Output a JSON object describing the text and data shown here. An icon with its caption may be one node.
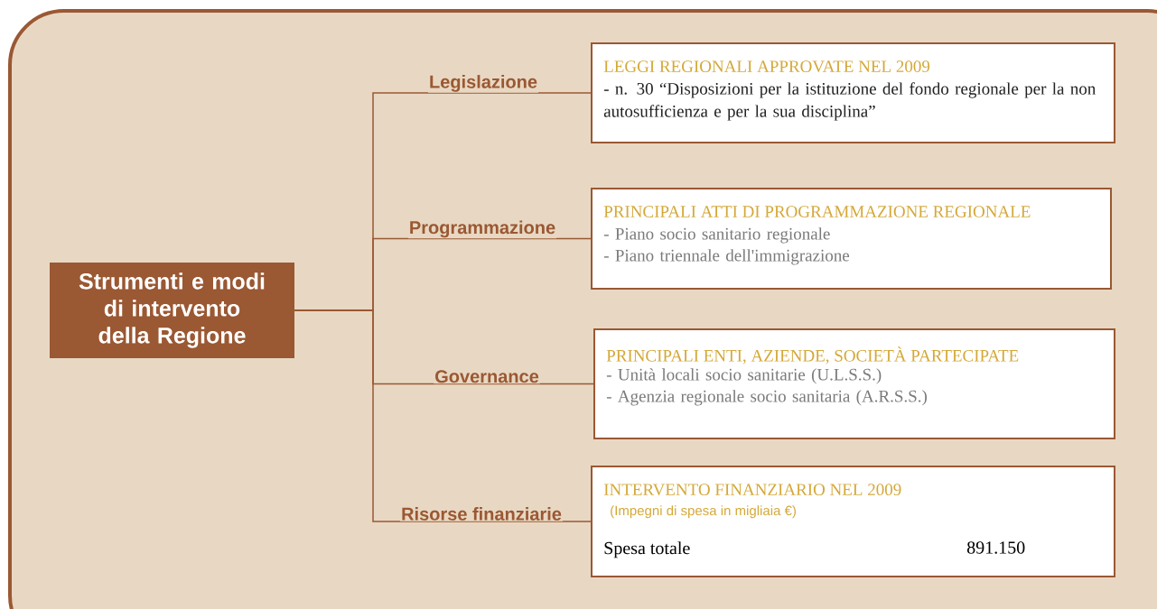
{
  "diagram": {
    "nodes": [
      {
        "text": [
          "Strumenti e modi di intervento della Regione"
        ]
      },
      {
        "text": [
          "LEGGI REGIONALI APPROVATE NEL 2009",
          "- n. 30 “Disposizioni per la istituzione del fondo regionale per la non autosufficienza e per la sua disciplina”"
        ]
      },
      {
        "text": [
          "PRINCIPALI ATTI DI PROGRAMMAZIONE REGIONALE",
          "- Piano socio sanitario regionale",
          "- Piano triennale dell'immigrazione"
        ]
      },
      {
        "text": [
          "PRINCIPALI ENTI, AZIENDE, SOCIETÀ PARTECIPATE",
          "- Unità locali socio sanitarie (U.L.S.S.)",
          "- Agenzia regionale socio sanitaria (A.R.S.S.)"
        ]
      },
      {
        "text": [
          "INTERVENTO FINANZIARIO NEL 2009",
          "(Impegni di spesa in migliaia €)",
          "Spesa totale",
          "891.150"
        ]
      }
    ],
    "edges": [
      {
        "from": 0,
        "to": 1,
        "arrow": "none",
        "label": "Legislazione"
      },
      {
        "from": 0,
        "to": 2,
        "arrow": "none",
        "label": "Programmazione"
      },
      {
        "from": 0,
        "to": 3,
        "arrow": "none",
        "label": "Governance"
      },
      {
        "from": 0,
        "to": 4,
        "arrow": "none",
        "label": "Risorse finanziarie"
      }
    ]
  }
}
